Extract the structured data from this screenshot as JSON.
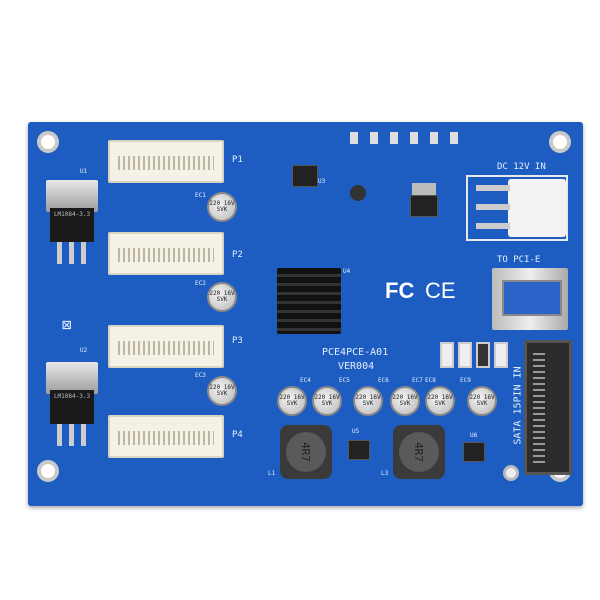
{
  "board": {
    "model": "PCE4PCE-A01",
    "version": "VER004",
    "dc_input_label": "DC 12V IN",
    "usb_label": "TO PCI-E",
    "sata_label": "SATA 15PIN IN",
    "certifications": [
      "FC",
      "CE"
    ],
    "slot_labels": [
      "P1",
      "P2",
      "P3",
      "P4"
    ],
    "regulators": [
      {
        "ref": "U1",
        "part": "LM1084-3.3"
      },
      {
        "ref": "U2",
        "part": "LM1084-3.3"
      }
    ],
    "slot_caps": [
      {
        "ref": "EC1",
        "marking": "220 16V SVK"
      },
      {
        "ref": "EC2",
        "marking": "220 16V SVK"
      },
      {
        "ref": "EC3",
        "marking": "220 16V SVK"
      }
    ],
    "caps": [
      {
        "ref": "EC4",
        "marking": "220 16V SVK"
      },
      {
        "ref": "EC5",
        "marking": "220 16V SVK"
      },
      {
        "ref": "EC6",
        "marking": "220 16V SVK"
      },
      {
        "ref": "EC7",
        "marking": "220 16V SVK"
      },
      {
        "ref": "EC8",
        "marking": "220 16V SVK"
      },
      {
        "ref": "EC9",
        "marking": "220 16V SVK"
      }
    ],
    "inductors": [
      {
        "ref": "L1",
        "marking": "4R7"
      },
      {
        "ref": "L3",
        "marking": "4R7"
      }
    ],
    "chips": [
      "U5",
      "U6",
      "U4",
      "U3"
    ],
    "colors": {
      "pcb": "#1d5dc2",
      "connector": "#f4f1e6"
    }
  }
}
